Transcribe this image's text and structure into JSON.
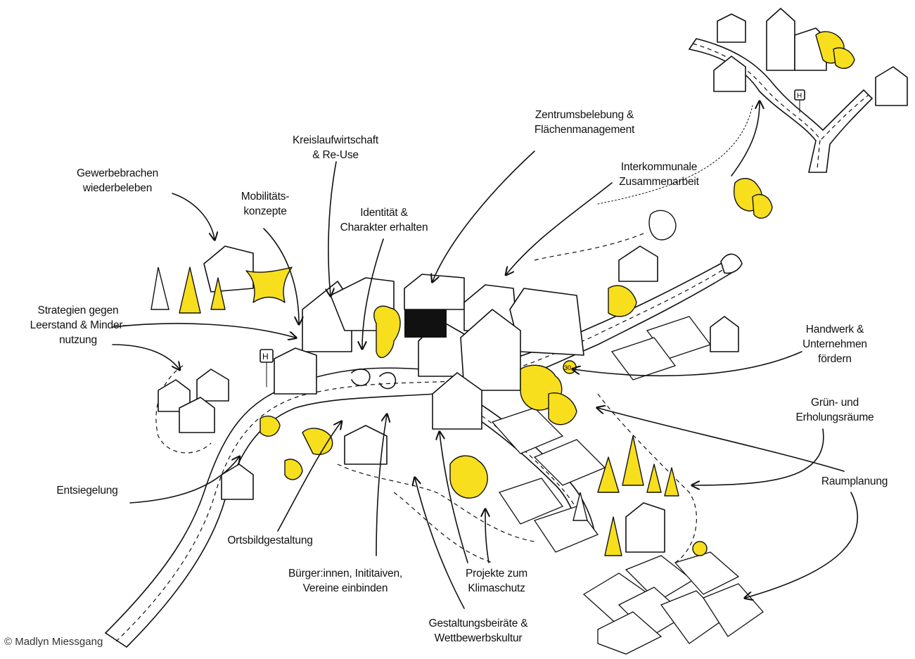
{
  "labels": {
    "gewerbebrachen": "Gewerbebrachen\nwiederbeleben",
    "mobilitaet": "Mobilitäts-\nkonzepte",
    "kreislauf": "Kreislaufwirtschaft\n& Re-Use",
    "identitaet": "Identität &\nCharakter erhalten",
    "zentrum": "Zentrumsbelebung &\nFlächenmanagement",
    "interkommunal": "Interkommunale\nZusammenarbeit",
    "strategien": "Strategien gegen\nLeerstand & Minder-\nnutzung",
    "handwerk": "Handwerk &\nUnternehmen fördern",
    "gruen": "Grün- und\nErholungsräume",
    "raumplanung": "Raumplanung",
    "entsiegelung": "Entsiegelung",
    "ortsbild": "Ortsbildgestaltung",
    "buerger": "Bürger:innen, Inititaiven,\nVereine einbinden",
    "klimaschutz": "Projekte zum\nKlimaschutz",
    "gestaltung": "Gestaltungsbeiräte &\nWettbewerbskultur"
  },
  "credit": "© Madlyn Miessgang",
  "signs": {
    "bus_stop": "H",
    "speed": "30"
  },
  "colors": {
    "accent_yellow": "#f7df1e",
    "ink": "#111111"
  }
}
